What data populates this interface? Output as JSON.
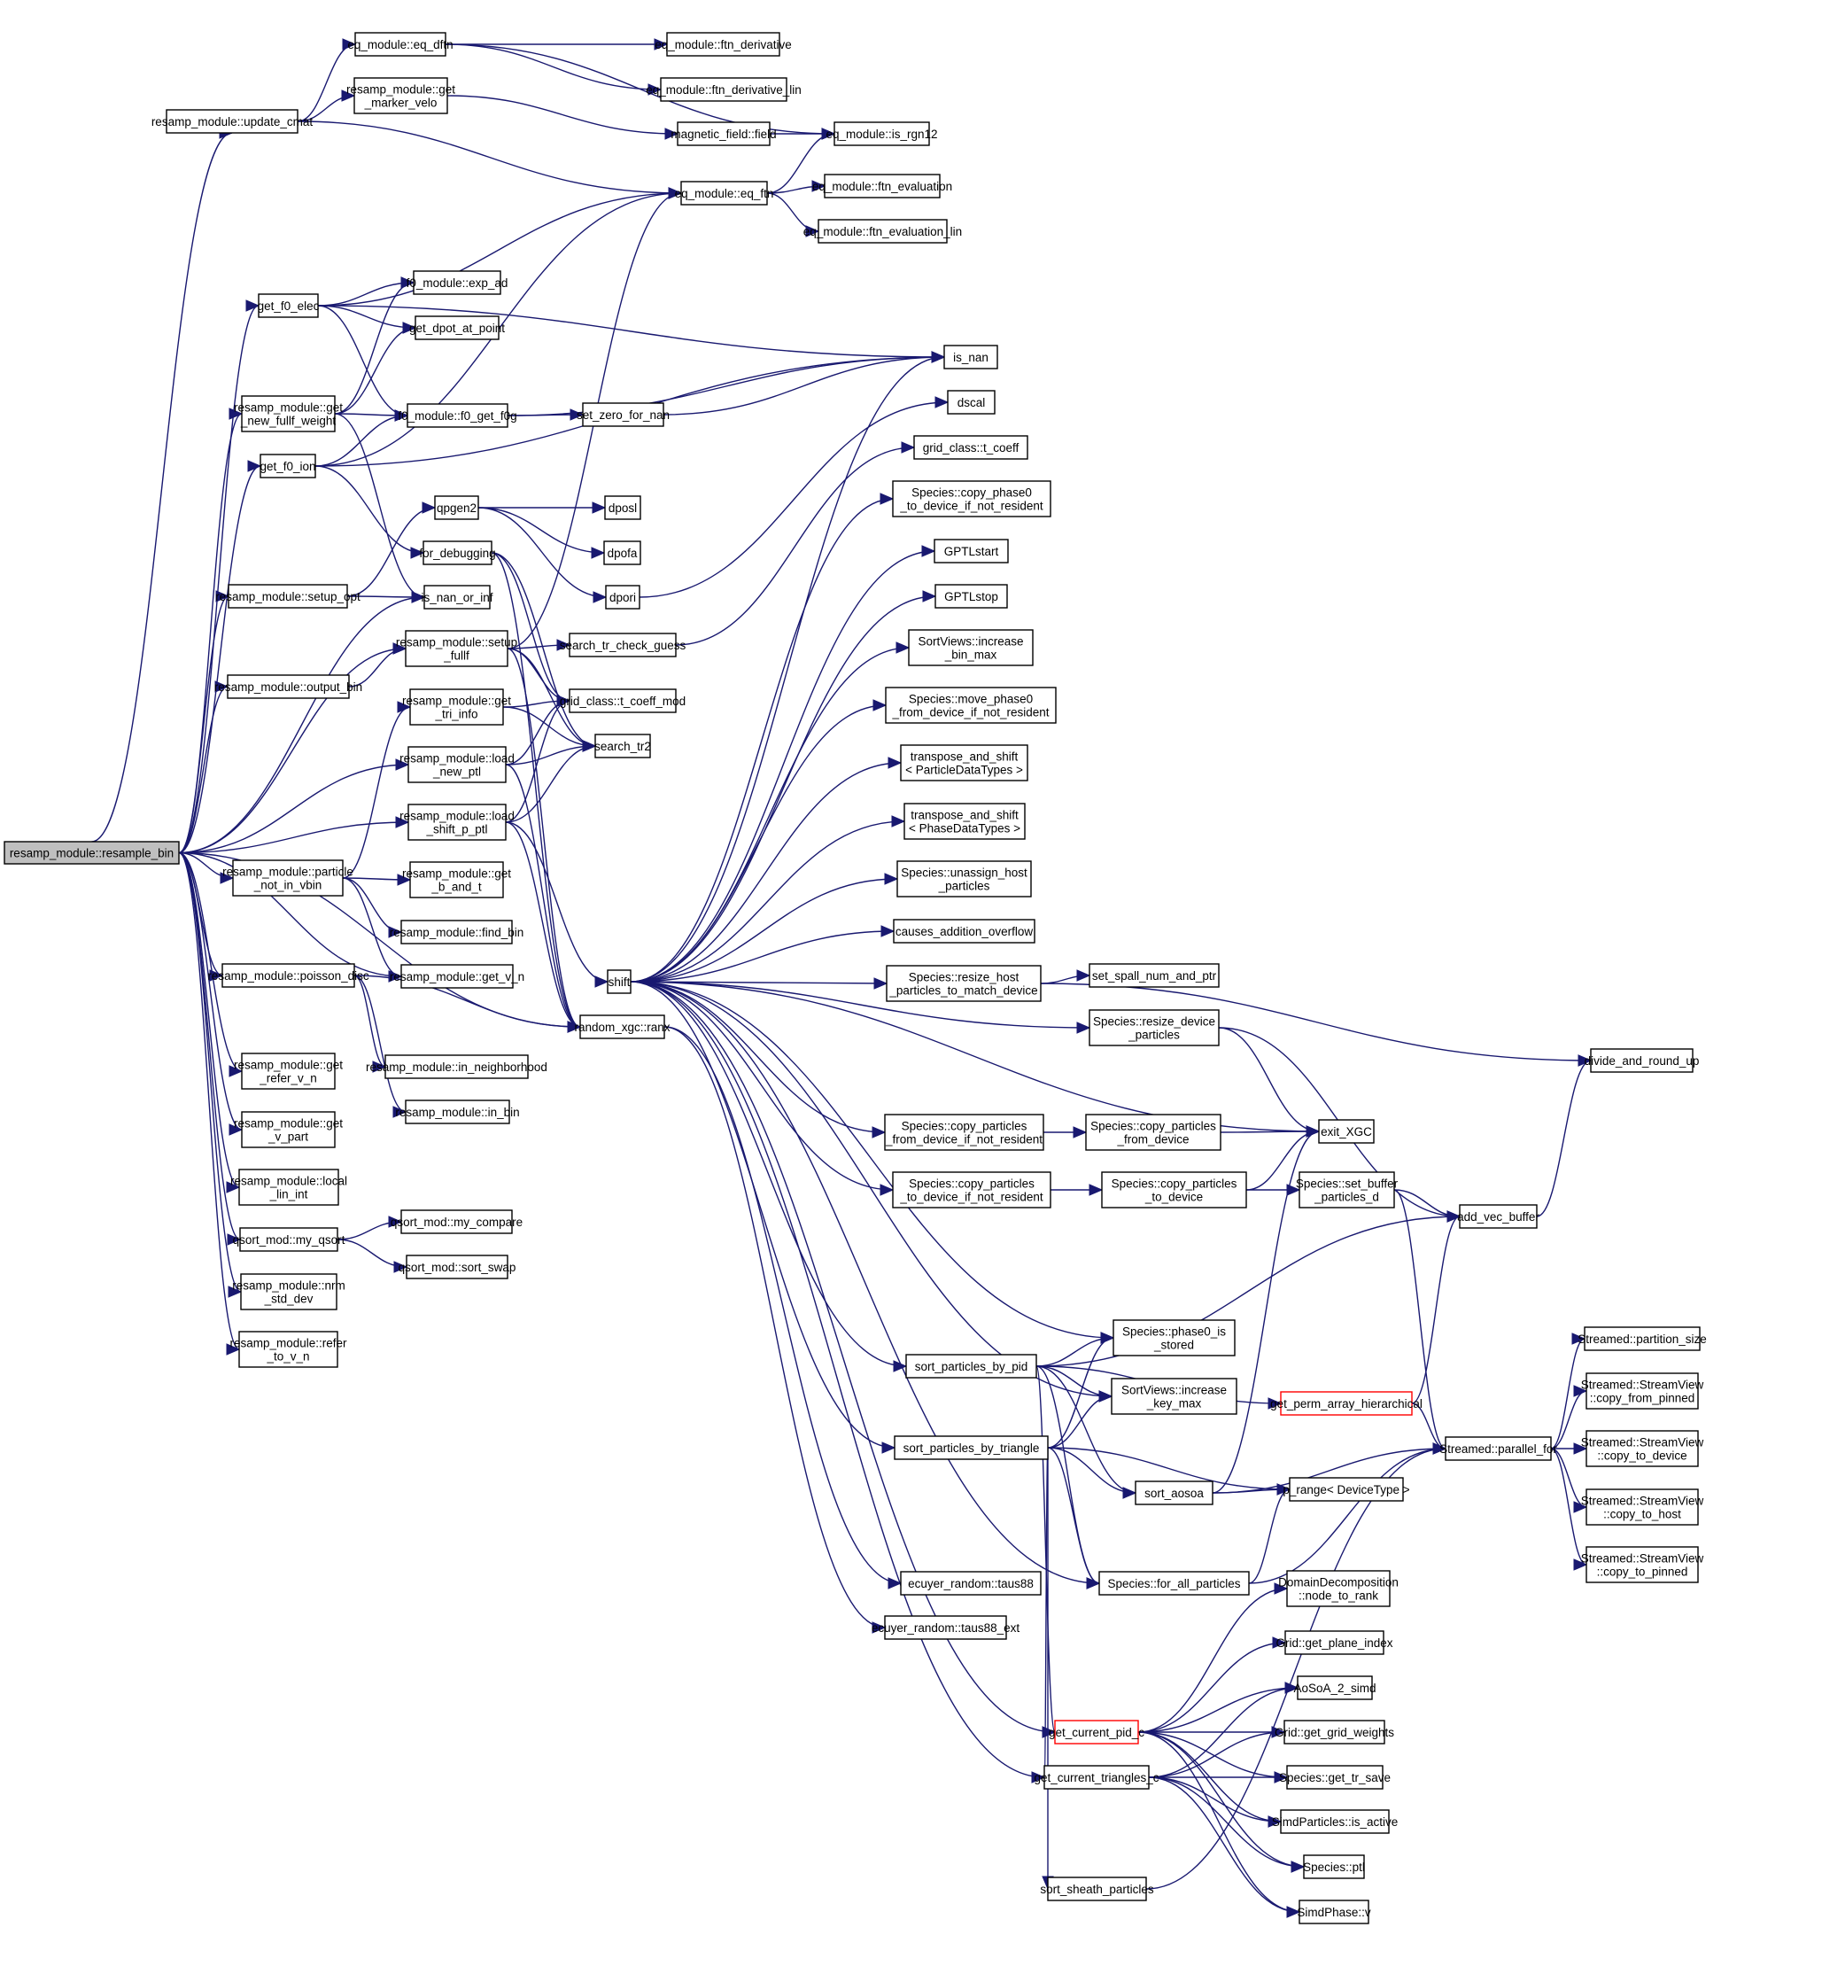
{
  "diagram": {
    "type": "call-graph",
    "root": "resamp_module::resample_bin",
    "colors": {
      "edge": "#191970",
      "root_fill": "#bfbfbf",
      "node_border": "#000000",
      "truncated_border": "#ff0000"
    },
    "nodes": [
      {
        "id": 0,
        "lines": [
          "resamp_module::resample_bin"
        ],
        "style": "root"
      },
      {
        "id": 1,
        "lines": [
          "resamp_module::update_cmat"
        ]
      },
      {
        "id": 2,
        "lines": [
          "eq_module::eq_dftn"
        ]
      },
      {
        "id": 3,
        "lines": [
          "resamp_module::get",
          "_marker_velo"
        ]
      },
      {
        "id": 4,
        "lines": [
          "eq_module::ftn_derivative"
        ]
      },
      {
        "id": 5,
        "lines": [
          "eq_module::ftn_derivative_lin"
        ]
      },
      {
        "id": 6,
        "lines": [
          "magnetic_field::field"
        ]
      },
      {
        "id": 7,
        "lines": [
          "eq_module::is_rgn12"
        ]
      },
      {
        "id": 8,
        "lines": [
          "eq_module::eq_ftn"
        ]
      },
      {
        "id": 9,
        "lines": [
          "eq_module::ftn_evaluation"
        ]
      },
      {
        "id": 10,
        "lines": [
          "eq_module::ftn_evaluation_lin"
        ]
      },
      {
        "id": 11,
        "lines": [
          "get_f0_elec"
        ]
      },
      {
        "id": 12,
        "lines": [
          "f0_module::exp_ad"
        ]
      },
      {
        "id": 13,
        "lines": [
          "get_dpot_at_point"
        ]
      },
      {
        "id": 14,
        "lines": [
          "resamp_module::get",
          "_new_fullf_weight"
        ]
      },
      {
        "id": 15,
        "lines": [
          "f0_module::f0_get_f0g"
        ]
      },
      {
        "id": 16,
        "lines": [
          "set_zero_for_nan"
        ]
      },
      {
        "id": 17,
        "lines": [
          "is_nan"
        ]
      },
      {
        "id": 18,
        "lines": [
          "dscal"
        ]
      },
      {
        "id": 19,
        "lines": [
          "get_f0_ion"
        ]
      },
      {
        "id": 20,
        "lines": [
          "qpgen2"
        ]
      },
      {
        "id": 21,
        "lines": [
          "dposl"
        ]
      },
      {
        "id": 22,
        "lines": [
          "dpofa"
        ]
      },
      {
        "id": 23,
        "lines": [
          "dpori"
        ]
      },
      {
        "id": 24,
        "lines": [
          "for_debugging"
        ]
      },
      {
        "id": 25,
        "lines": [
          "resamp_module::setup_opt"
        ]
      },
      {
        "id": 26,
        "lines": [
          "is_nan_or_inf"
        ]
      },
      {
        "id": 27,
        "lines": [
          "resamp_module::setup",
          "_fullf"
        ]
      },
      {
        "id": 28,
        "lines": [
          "search_tr_check_guess"
        ]
      },
      {
        "id": 29,
        "lines": [
          "resamp_module::output_bin"
        ]
      },
      {
        "id": 30,
        "lines": [
          "resamp_module::get",
          "_tri_info"
        ]
      },
      {
        "id": 31,
        "lines": [
          "grid_class::t_coeff_mod"
        ]
      },
      {
        "id": 32,
        "lines": [
          "search_tr2"
        ]
      },
      {
        "id": 33,
        "lines": [
          "resamp_module::load",
          "_new_ptl"
        ]
      },
      {
        "id": 34,
        "lines": [
          "resamp_module::load",
          "_shift_p_ptl"
        ]
      },
      {
        "id": 35,
        "lines": [
          "resamp_module::particle",
          "_not_in_vbin"
        ]
      },
      {
        "id": 36,
        "lines": [
          "resamp_module::get",
          "_b_and_t"
        ]
      },
      {
        "id": 37,
        "lines": [
          "resamp_module::find_bin"
        ]
      },
      {
        "id": 38,
        "lines": [
          "resamp_module::get_v_n"
        ]
      },
      {
        "id": 39,
        "lines": [
          "resamp_module::poisson_disc"
        ]
      },
      {
        "id": 40,
        "lines": [
          "shift"
        ]
      },
      {
        "id": 41,
        "lines": [
          "random_xgc::ranx"
        ]
      },
      {
        "id": 42,
        "lines": [
          "resamp_module::in_neighborhood"
        ]
      },
      {
        "id": 43,
        "lines": [
          "resamp_module::in_bin"
        ]
      },
      {
        "id": 44,
        "lines": [
          "resamp_module::get",
          "_refer_v_n"
        ]
      },
      {
        "id": 45,
        "lines": [
          "resamp_module::get",
          "_v_part"
        ]
      },
      {
        "id": 46,
        "lines": [
          "resamp_module::local",
          "_lin_int"
        ]
      },
      {
        "id": 47,
        "lines": [
          "qsort_mod::my_qsort"
        ]
      },
      {
        "id": 48,
        "lines": [
          "qsort_mod::my_compare"
        ]
      },
      {
        "id": 49,
        "lines": [
          "qsort_mod::sort_swap"
        ]
      },
      {
        "id": 50,
        "lines": [
          "resamp_module::nrm",
          "_std_dev"
        ]
      },
      {
        "id": 51,
        "lines": [
          "resamp_module::refer",
          "_to_v_n"
        ]
      },
      {
        "id": 52,
        "lines": [
          "grid_class::t_coeff"
        ]
      },
      {
        "id": 53,
        "lines": [
          "Species::copy_phase0",
          "_to_device_if_not_resident"
        ]
      },
      {
        "id": 54,
        "lines": [
          "GPTLstart"
        ]
      },
      {
        "id": 55,
        "lines": [
          "GPTLstop"
        ]
      },
      {
        "id": 56,
        "lines": [
          "SortViews::increase",
          "_bin_max"
        ]
      },
      {
        "id": 57,
        "lines": [
          "Species::move_phase0",
          "_from_device_if_not_resident"
        ]
      },
      {
        "id": 58,
        "lines": [
          "transpose_and_shift",
          "< ParticleDataTypes >"
        ]
      },
      {
        "id": 59,
        "lines": [
          "transpose_and_shift",
          "< PhaseDataTypes >"
        ]
      },
      {
        "id": 60,
        "lines": [
          "Species::unassign_host",
          "_particles"
        ]
      },
      {
        "id": 61,
        "lines": [
          "causes_addition_overflow"
        ]
      },
      {
        "id": 62,
        "lines": [
          "Species::resize_host",
          "_particles_to_match_device"
        ]
      },
      {
        "id": 63,
        "lines": [
          "set_spall_num_and_ptr"
        ]
      },
      {
        "id": 64,
        "lines": [
          "Species::resize_device",
          "_particles"
        ]
      },
      {
        "id": 65,
        "lines": [
          "divide_and_round_up"
        ]
      },
      {
        "id": 66,
        "lines": [
          "exit_XGC"
        ]
      },
      {
        "id": 67,
        "lines": [
          "Species::copy_particles",
          "_from_device_if_not_resident"
        ]
      },
      {
        "id": 68,
        "lines": [
          "Species::copy_particles",
          "_from_device"
        ]
      },
      {
        "id": 69,
        "lines": [
          "Species::copy_particles",
          "_to_device_if_not_resident"
        ]
      },
      {
        "id": 70,
        "lines": [
          "Species::copy_particles",
          "_to_device"
        ]
      },
      {
        "id": 71,
        "lines": [
          "Species::set_buffer",
          "_particles_d"
        ]
      },
      {
        "id": 72,
        "lines": [
          "add_vec_buffer"
        ]
      },
      {
        "id": 73,
        "lines": [
          "Species::phase0_is",
          "_stored"
        ]
      },
      {
        "id": 74,
        "lines": [
          "sort_particles_by_pid"
        ]
      },
      {
        "id": 75,
        "lines": [
          "SortViews::increase",
          "_key_max"
        ]
      },
      {
        "id": 76,
        "lines": [
          "get_perm_array_hierarchical"
        ],
        "style": "truncated"
      },
      {
        "id": 77,
        "lines": [
          "Streamed::partition_size"
        ]
      },
      {
        "id": 78,
        "lines": [
          "Streamed::StreamView",
          "::copy_from_pinned"
        ]
      },
      {
        "id": 79,
        "lines": [
          "sort_particles_by_triangle"
        ]
      },
      {
        "id": 80,
        "lines": [
          "Streamed::parallel_for"
        ]
      },
      {
        "id": 81,
        "lines": [
          "Streamed::StreamView",
          "::copy_to_device"
        ]
      },
      {
        "id": 82,
        "lines": [
          "sort_aosoa"
        ]
      },
      {
        "id": 83,
        "lines": [
          "p_range< DeviceType >"
        ]
      },
      {
        "id": 84,
        "lines": [
          "Streamed::StreamView",
          "::copy_to_host"
        ]
      },
      {
        "id": 85,
        "lines": [
          "Streamed::StreamView",
          "::copy_to_pinned"
        ]
      },
      {
        "id": 86,
        "lines": [
          "ecuyer_random::taus88"
        ]
      },
      {
        "id": 87,
        "lines": [
          "Species::for_all_particles"
        ]
      },
      {
        "id": 88,
        "lines": [
          "DomainDecomposition",
          "::node_to_rank"
        ]
      },
      {
        "id": 89,
        "lines": [
          "ecuyer_random::taus88_ext"
        ]
      },
      {
        "id": 90,
        "lines": [
          "Grid::get_plane_index"
        ]
      },
      {
        "id": 91,
        "lines": [
          "AoSoA_2_simd"
        ]
      },
      {
        "id": 92,
        "lines": [
          "get_current_pid_c"
        ],
        "style": "truncated"
      },
      {
        "id": 93,
        "lines": [
          "Grid::get_grid_weights"
        ]
      },
      {
        "id": 94,
        "lines": [
          "get_current_triangles_c"
        ]
      },
      {
        "id": 95,
        "lines": [
          "Species::get_tr_save"
        ]
      },
      {
        "id": 96,
        "lines": [
          "SimdParticles::is_active"
        ]
      },
      {
        "id": 97,
        "lines": [
          "Species::ptl"
        ]
      },
      {
        "id": 98,
        "lines": [
          "sort_sheath_particles"
        ]
      },
      {
        "id": 99,
        "lines": [
          "SimdPhase::v"
        ]
      }
    ],
    "edges": [
      [
        0,
        1
      ],
      [
        0,
        11
      ],
      [
        0,
        14
      ],
      [
        0,
        19
      ],
      [
        0,
        25
      ],
      [
        0,
        26
      ],
      [
        0,
        29
      ],
      [
        0,
        27
      ],
      [
        0,
        33
      ],
      [
        0,
        34
      ],
      [
        0,
        35
      ],
      [
        0,
        39
      ],
      [
        0,
        38
      ],
      [
        0,
        41
      ],
      [
        0,
        44
      ],
      [
        0,
        45
      ],
      [
        0,
        46
      ],
      [
        0,
        47
      ],
      [
        0,
        50
      ],
      [
        0,
        51
      ],
      [
        1,
        2
      ],
      [
        1,
        3
      ],
      [
        1,
        8
      ],
      [
        2,
        4
      ],
      [
        2,
        5
      ],
      [
        2,
        7
      ],
      [
        3,
        6
      ],
      [
        6,
        7
      ],
      [
        8,
        7
      ],
      [
        8,
        9
      ],
      [
        8,
        10
      ],
      [
        11,
        8
      ],
      [
        11,
        12
      ],
      [
        11,
        13
      ],
      [
        11,
        15
      ],
      [
        11,
        17
      ],
      [
        14,
        12
      ],
      [
        14,
        13
      ],
      [
        14,
        15
      ],
      [
        14,
        26
      ],
      [
        15,
        16
      ],
      [
        15,
        17
      ],
      [
        16,
        17
      ],
      [
        19,
        8
      ],
      [
        19,
        15
      ],
      [
        19,
        17
      ],
      [
        19,
        24
      ],
      [
        24,
        31
      ],
      [
        24,
        32
      ],
      [
        24,
        41
      ],
      [
        25,
        20
      ],
      [
        25,
        26
      ],
      [
        20,
        21
      ],
      [
        20,
        22
      ],
      [
        20,
        23
      ],
      [
        23,
        18
      ],
      [
        27,
        8
      ],
      [
        27,
        28
      ],
      [
        27,
        31
      ],
      [
        27,
        32
      ],
      [
        27,
        41
      ],
      [
        28,
        52
      ],
      [
        29,
        27
      ],
      [
        30,
        31
      ],
      [
        30,
        32
      ],
      [
        33,
        31
      ],
      [
        33,
        32
      ],
      [
        33,
        41
      ],
      [
        34,
        31
      ],
      [
        34,
        32
      ],
      [
        34,
        40
      ],
      [
        34,
        41
      ],
      [
        35,
        30
      ],
      [
        35,
        36
      ],
      [
        35,
        37
      ],
      [
        35,
        38
      ],
      [
        39,
        41
      ],
      [
        39,
        42
      ],
      [
        39,
        43
      ],
      [
        40,
        17
      ],
      [
        40,
        53
      ],
      [
        40,
        54
      ],
      [
        40,
        55
      ],
      [
        40,
        56
      ],
      [
        40,
        57
      ],
      [
        40,
        58
      ],
      [
        40,
        59
      ],
      [
        40,
        60
      ],
      [
        40,
        61
      ],
      [
        40,
        62
      ],
      [
        40,
        64
      ],
      [
        40,
        66
      ],
      [
        40,
        67
      ],
      [
        40,
        69
      ],
      [
        40,
        73
      ],
      [
        40,
        74
      ],
      [
        40,
        75
      ],
      [
        40,
        79
      ],
      [
        40,
        87
      ],
      [
        40,
        94
      ],
      [
        40,
        92
      ],
      [
        41,
        86
      ],
      [
        41,
        89
      ],
      [
        47,
        48
      ],
      [
        47,
        49
      ],
      [
        62,
        63
      ],
      [
        62,
        65
      ],
      [
        64,
        66
      ],
      [
        64,
        72
      ],
      [
        67,
        68
      ],
      [
        68,
        66
      ],
      [
        69,
        70
      ],
      [
        70,
        66
      ],
      [
        70,
        71
      ],
      [
        71,
        72
      ],
      [
        71,
        80
      ],
      [
        72,
        65
      ],
      [
        74,
        73
      ],
      [
        74,
        75
      ],
      [
        74,
        76
      ],
      [
        74,
        82
      ],
      [
        74,
        87
      ],
      [
        74,
        72
      ],
      [
        74,
        92
      ],
      [
        76,
        72
      ],
      [
        76,
        80
      ],
      [
        79,
        73
      ],
      [
        79,
        75
      ],
      [
        79,
        82
      ],
      [
        79,
        87
      ],
      [
        79,
        83
      ],
      [
        79,
        94
      ],
      [
        79,
        98
      ],
      [
        80,
        77
      ],
      [
        80,
        78
      ],
      [
        80,
        81
      ],
      [
        80,
        84
      ],
      [
        80,
        85
      ],
      [
        82,
        66
      ],
      [
        82,
        83
      ],
      [
        82,
        80
      ],
      [
        87,
        83
      ],
      [
        87,
        80
      ],
      [
        92,
        88
      ],
      [
        92,
        90
      ],
      [
        92,
        91
      ],
      [
        92,
        93
      ],
      [
        92,
        95
      ],
      [
        92,
        96
      ],
      [
        92,
        97
      ],
      [
        92,
        99
      ],
      [
        94,
        91
      ],
      [
        94,
        93
      ],
      [
        94,
        95
      ],
      [
        94,
        96
      ],
      [
        94,
        97
      ],
      [
        94,
        99
      ],
      [
        98,
        80
      ]
    ]
  }
}
